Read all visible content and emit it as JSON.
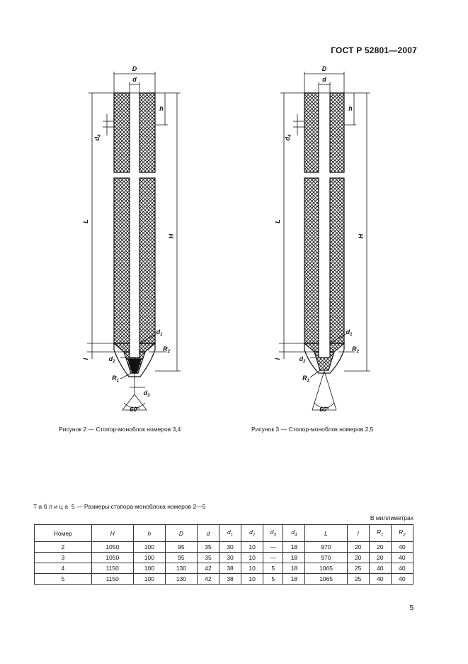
{
  "header": {
    "standard_code": "ГОСТ Р 52801—2007"
  },
  "figure2": {
    "labels": {
      "D": "D",
      "d": "d",
      "h": "h",
      "d4": "d",
      "d4_sub": "4",
      "L": "L",
      "H": "H",
      "d1": "d",
      "d1_sub": "1",
      "l": "l",
      "d2": "d",
      "d2_sub": "2",
      "R2": "R",
      "R2_sub": "2",
      "R1": "R",
      "R1_sub": "1",
      "d3": "d",
      "d3_sub": "3",
      "angle": "60°"
    },
    "caption": "Рисунок 2 — Стопор-моноблок номеров 3,4"
  },
  "figure3": {
    "labels": {
      "D": "D",
      "d": "d",
      "h": "h",
      "d4": "d",
      "d4_sub": "4",
      "L": "L",
      "H": "H",
      "d1": "d",
      "d1_sub": "1",
      "l": "l",
      "d2": "d",
      "d2_sub": "2",
      "R2": "R",
      "R2_sub": "2",
      "R1": "R",
      "R1_sub": "1",
      "angle": "60°"
    },
    "caption": "Рисунок 3 — Стопор-моноблок номеров 2,5"
  },
  "table": {
    "title_prefix": "Таблица",
    "title_rest": "5 — Размеры стопора-моноблока номеров 2—5",
    "units": "В миллиметрах",
    "headers": [
      {
        "text": "Номер",
        "sub": ""
      },
      {
        "text": "H",
        "sub": ""
      },
      {
        "text": "h",
        "sub": ""
      },
      {
        "text": "D",
        "sub": ""
      },
      {
        "text": "d",
        "sub": ""
      },
      {
        "text": "d",
        "sub": "1"
      },
      {
        "text": "d",
        "sub": "2"
      },
      {
        "text": "d",
        "sub": "3"
      },
      {
        "text": "d",
        "sub": "4"
      },
      {
        "text": "L",
        "sub": ""
      },
      {
        "text": "l",
        "sub": ""
      },
      {
        "text": "R",
        "sub": "1"
      },
      {
        "text": "R",
        "sub": "2"
      }
    ],
    "rows": [
      [
        "2",
        "1050",
        "100",
        "95",
        "35",
        "30",
        "10",
        "—",
        "18",
        "970",
        "20",
        "20",
        "40"
      ],
      [
        "3",
        "1050",
        "100",
        "95",
        "35",
        "30",
        "10",
        "—",
        "18",
        "970",
        "20",
        "20",
        "40"
      ],
      [
        "4",
        "1150",
        "100",
        "130",
        "42",
        "38",
        "10",
        "5",
        "18",
        "1065",
        "25",
        "40",
        "40"
      ],
      [
        "5",
        "1150",
        "100",
        "130",
        "42",
        "38",
        "10",
        "5",
        "18",
        "1065",
        "25",
        "40",
        "40"
      ]
    ]
  },
  "footer": {
    "page_number": "5"
  }
}
